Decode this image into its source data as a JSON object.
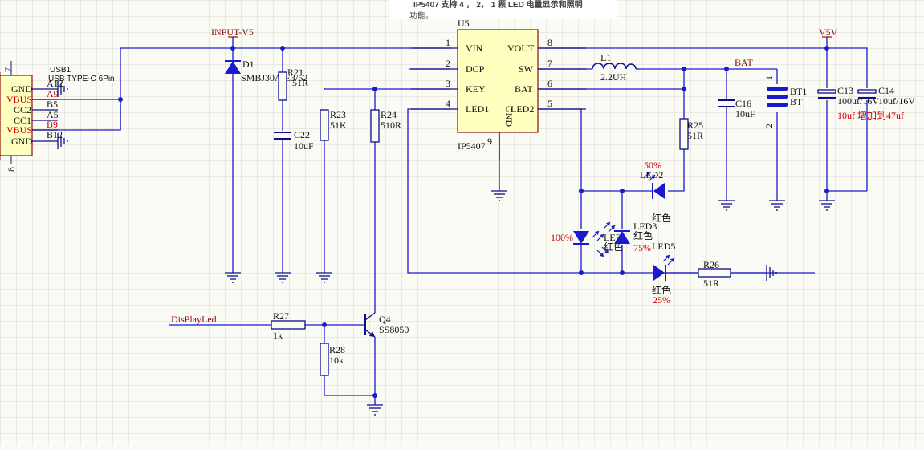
{
  "note": {
    "line1": "IP5407 支持 4 ， 2， 1 颗 LED 电量显示和照明",
    "line2": "功能。"
  },
  "usb": {
    "ref": "USB1",
    "value": "USB TYPE-C 6Pin",
    "pins": [
      "GND",
      "VBUS",
      "CC2",
      "CC1",
      "VBUS",
      "GND"
    ],
    "pin_numbers": [
      "A12",
      "A9",
      "B5",
      "A5",
      "B9",
      "B12"
    ],
    "extra_numbers": [
      "7",
      "8"
    ]
  },
  "nets": {
    "input": "INPUT-V5",
    "v5v": "V5V",
    "bat": "BAT",
    "display": "DisPlayLed"
  },
  "d1": {
    "ref": "D1",
    "value": "SMBJ30A-E3/52"
  },
  "r21": {
    "ref": "R21",
    "value": "51R"
  },
  "c22": {
    "ref": "C22",
    "value": "10uF"
  },
  "r23": {
    "ref": "R23",
    "value": "51K"
  },
  "r24": {
    "ref": "R24",
    "value": "510R"
  },
  "u5": {
    "ref": "U5",
    "value": "IP5407",
    "left_pins": [
      {
        "name": "VIN",
        "num": "1"
      },
      {
        "name": "DCP",
        "num": "2"
      },
      {
        "name": "KEY",
        "num": "3"
      },
      {
        "name": "LED1",
        "num": "4"
      }
    ],
    "right_pins": [
      {
        "name": "VOUT",
        "num": "8"
      },
      {
        "name": "SW",
        "num": "7"
      },
      {
        "name": "BAT",
        "num": "6"
      },
      {
        "name": "LED2",
        "num": "5"
      }
    ],
    "gnd_name": "GND",
    "gnd_num": "9"
  },
  "l1": {
    "ref": "L1",
    "value": "2.2UH"
  },
  "c16": {
    "ref": "C16",
    "value": "10uF"
  },
  "bt1": {
    "ref": "BT1",
    "value": "BT",
    "pin1": "1",
    "pin2": "2"
  },
  "c13": {
    "ref": "C13",
    "value": "100uf/16V"
  },
  "c14": {
    "ref": "C14",
    "value": "10uf/16V"
  },
  "c14_note": "10uf 增加到47uf",
  "r25": {
    "ref": "R25",
    "value": "51R"
  },
  "led2": {
    "ref": "LED2",
    "color": "红色",
    "level": "50%"
  },
  "led_left": {
    "ref": "LED",
    "color": "红色",
    "level": "100%"
  },
  "led3": {
    "ref": "LED3",
    "color": "红色",
    "level": "75%"
  },
  "led5": {
    "ref": "LED5",
    "color": "红色",
    "level": "25%"
  },
  "r26": {
    "ref": "R26",
    "value": "51R"
  },
  "r27": {
    "ref": "R27",
    "value": "1k"
  },
  "r28": {
    "ref": "R28",
    "value": "10k"
  },
  "q4": {
    "ref": "Q4",
    "value": "SS8050"
  }
}
